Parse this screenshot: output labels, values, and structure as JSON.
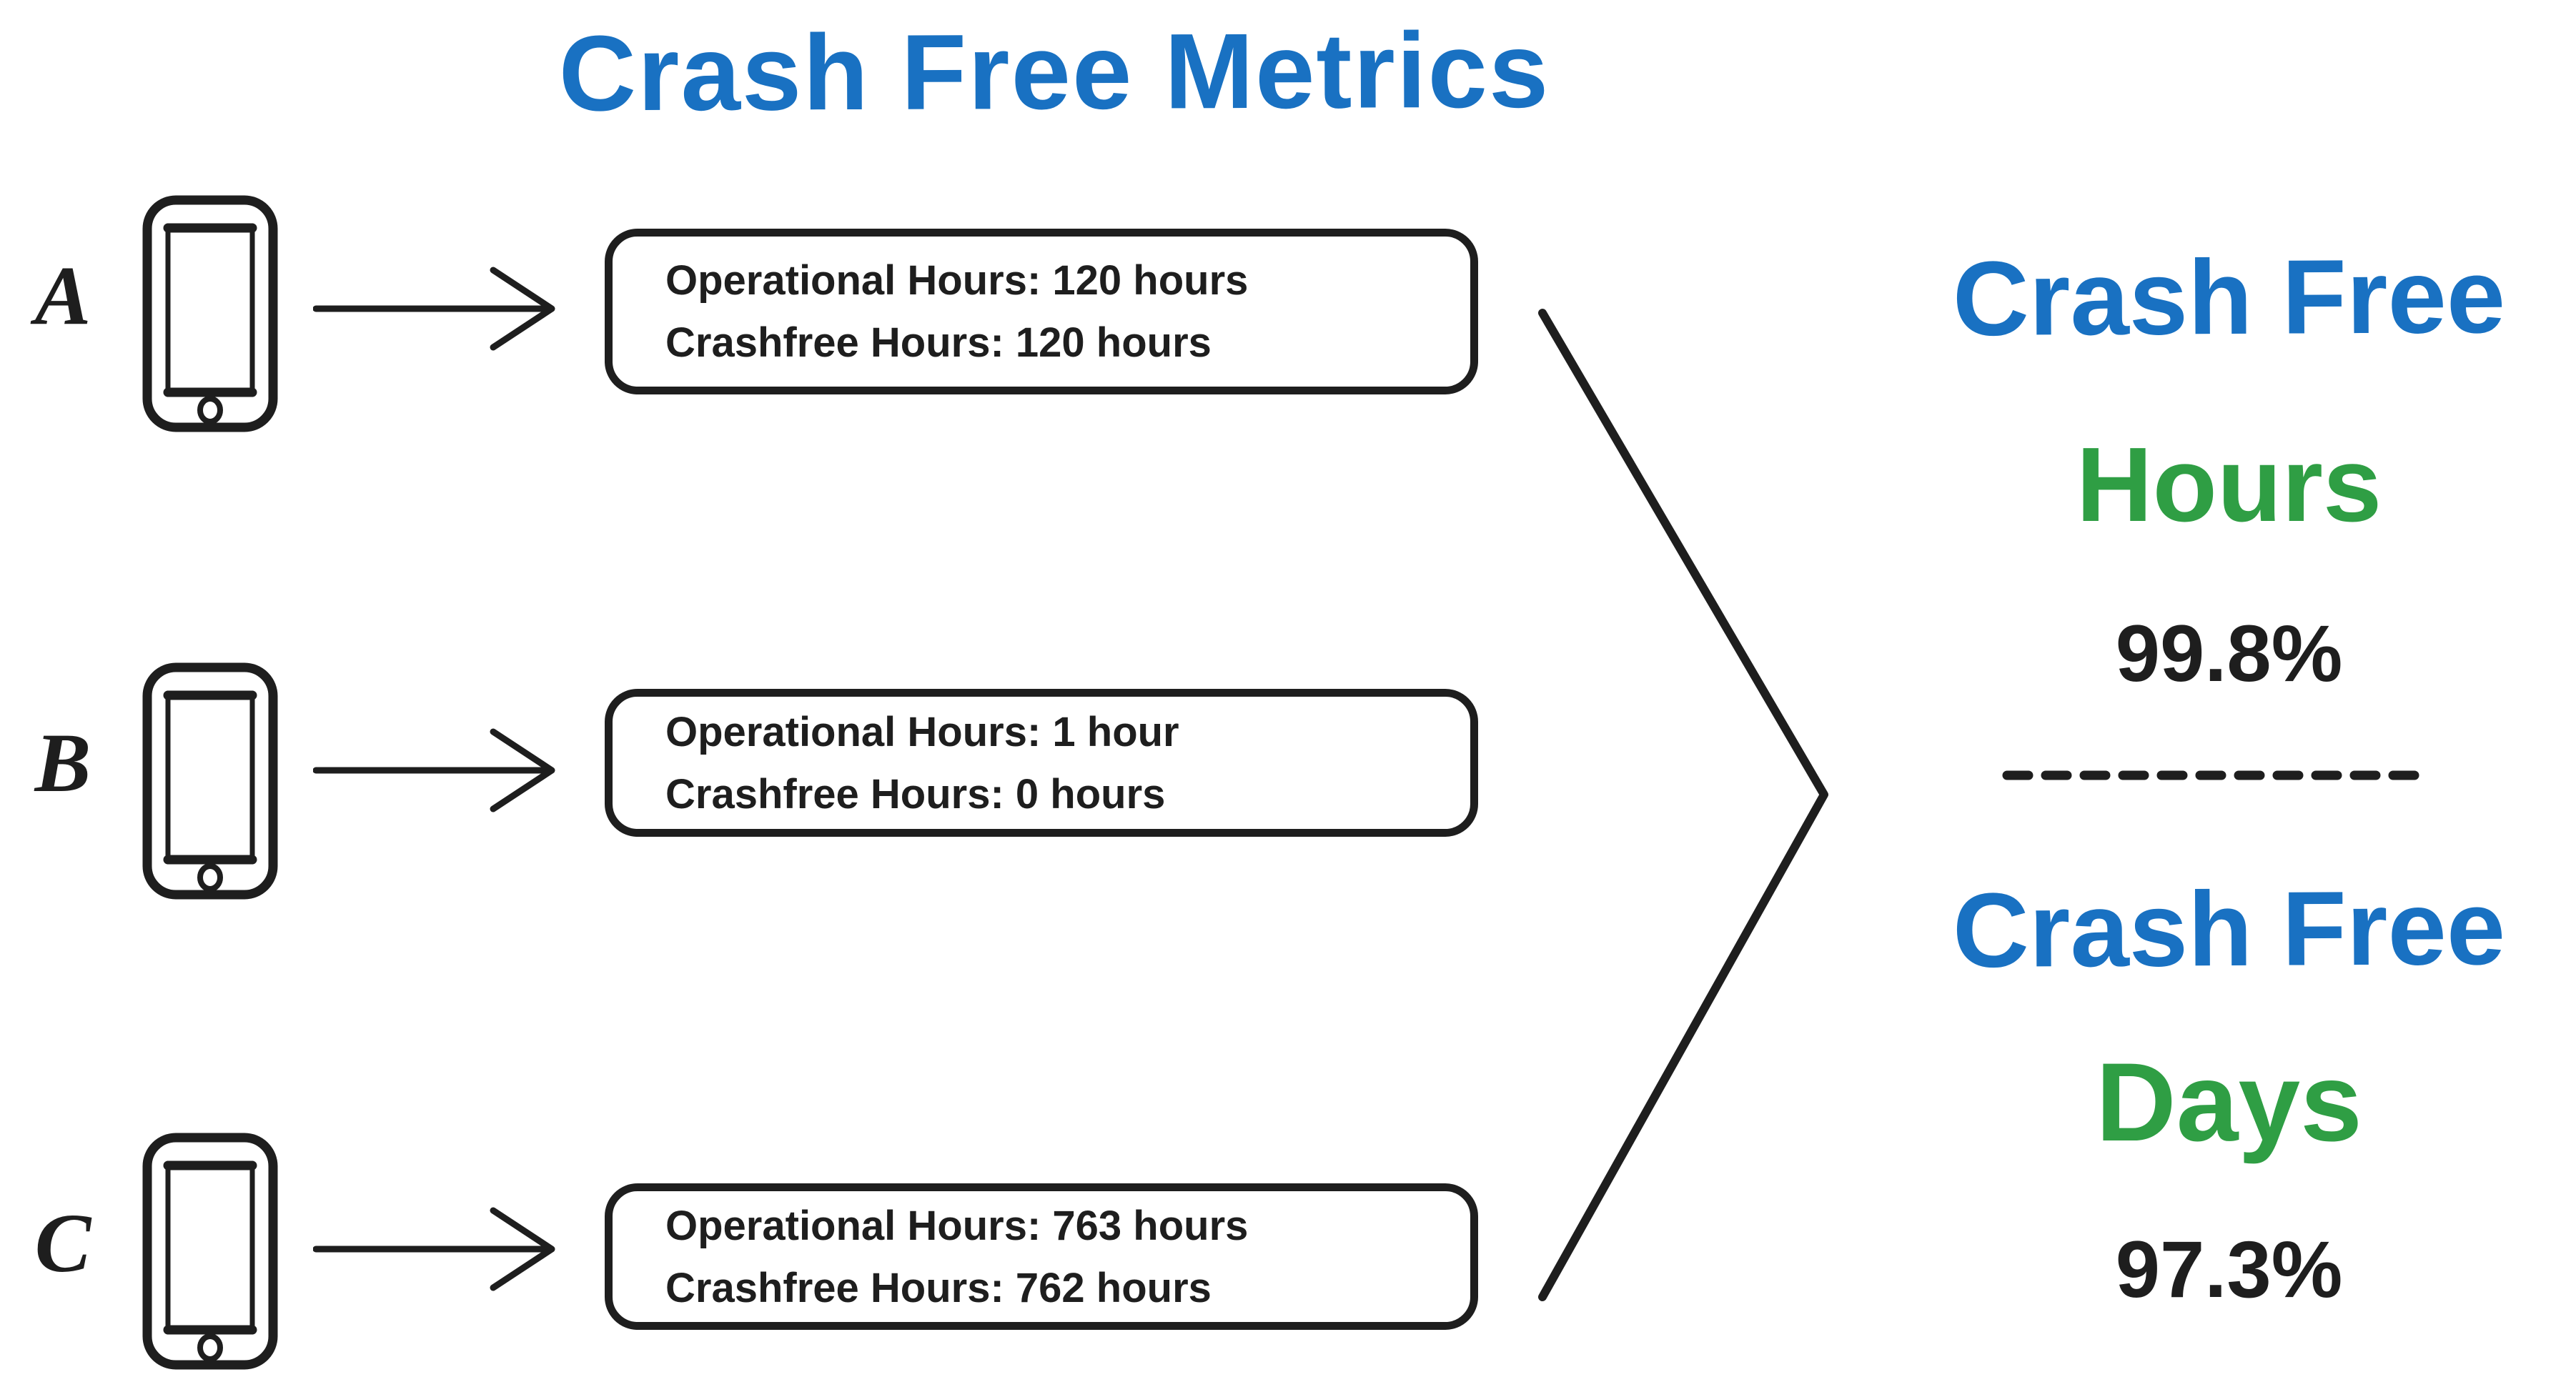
{
  "title": {
    "text": "Crash Free Metrics"
  },
  "colors": {
    "ink": "#1e1e1e",
    "blue": "#1971c2",
    "green": "#2f9e44",
    "background": "#ffffff"
  },
  "devices": [
    {
      "label": "A",
      "operational": "Operational Hours: 120 hours",
      "crashfree": "Crashfree Hours: 120 hours"
    },
    {
      "label": "B",
      "operational": "Operational Hours: 1 hour",
      "crashfree": "Crashfree Hours: 0 hours"
    },
    {
      "label": "C",
      "operational": "Operational Hours: 763 hours",
      "crashfree": "Crashfree Hours: 762 hours"
    }
  ],
  "results": {
    "hours": {
      "title": "Crash Free",
      "unit": "Hours",
      "value": "99.8%"
    },
    "days": {
      "title": "Crash Free",
      "unit": "Days",
      "value": "97.3%"
    }
  },
  "icons": {
    "device": "smartphone-icon",
    "flow": "arrow-right-icon",
    "merge": "chevron-merge-icon"
  }
}
